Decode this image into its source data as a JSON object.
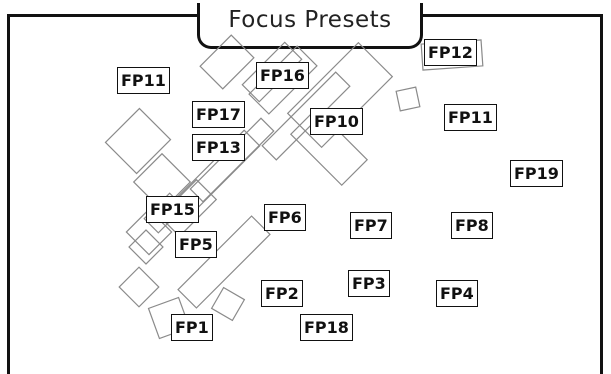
{
  "panel": {
    "title": "Focus Presets"
  },
  "presets": [
    {
      "id": "fp1",
      "label": "FP1"
    },
    {
      "id": "fp2",
      "label": "FP2"
    },
    {
      "id": "fp3",
      "label": "FP3"
    },
    {
      "id": "fp4",
      "label": "FP4"
    },
    {
      "id": "fp5",
      "label": "FP5"
    },
    {
      "id": "fp6",
      "label": "FP6"
    },
    {
      "id": "fp7",
      "label": "FP7"
    },
    {
      "id": "fp8",
      "label": "FP8"
    },
    {
      "id": "fp10",
      "label": "FP10"
    },
    {
      "id": "fp11a",
      "label": "FP11"
    },
    {
      "id": "fp11b",
      "label": "FP11"
    },
    {
      "id": "fp12",
      "label": "FP12"
    },
    {
      "id": "fp13",
      "label": "FP13"
    },
    {
      "id": "fp15",
      "label": "FP15"
    },
    {
      "id": "fp16",
      "label": "FP16"
    },
    {
      "id": "fp17",
      "label": "FP17"
    },
    {
      "id": "fp18",
      "label": "FP18"
    },
    {
      "id": "fp19",
      "label": "FP19"
    }
  ]
}
